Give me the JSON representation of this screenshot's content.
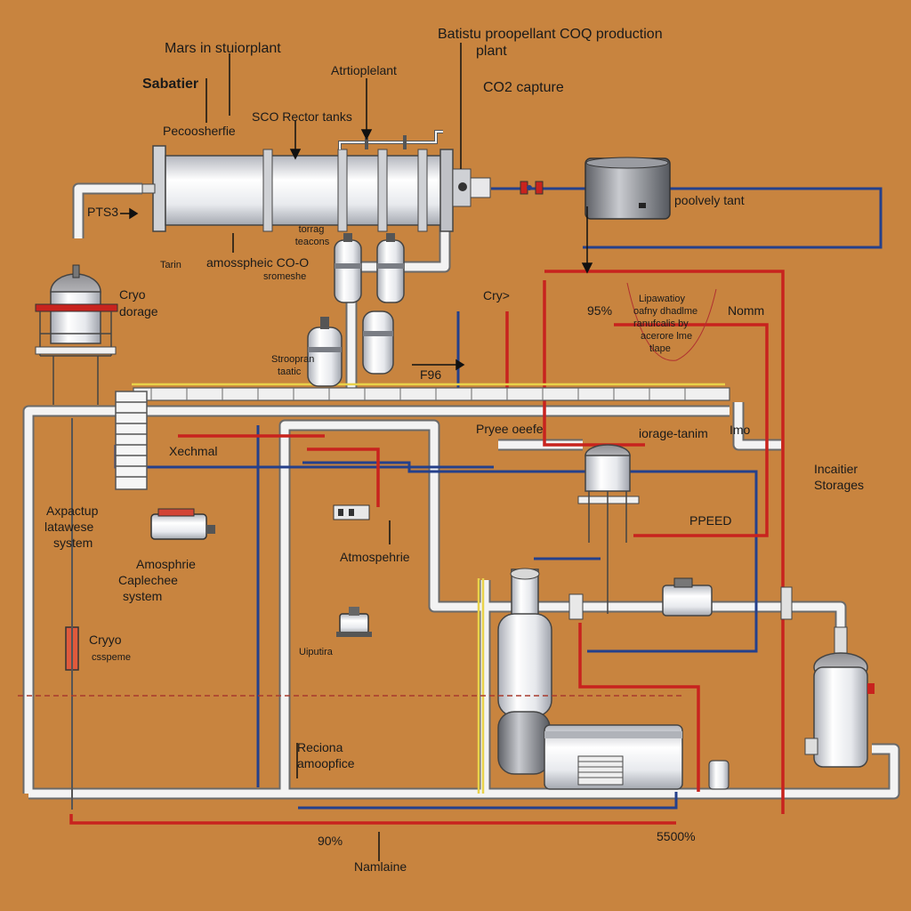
{
  "labels": {
    "mars_plant": "Mars in stuiorplant",
    "sabatier": "Sabatier",
    "top_title_1": "Batistu proopellant COQ production",
    "top_title_2": "plant",
    "atriopellant": "Atrtioplelant",
    "co2_capture": "CO2 capture",
    "pecoosherfie": "Pecoosherfie",
    "sco_rector_tanks": "SCO Rector tanks",
    "pts3": "PTS3",
    "poolvely_tant": "poolvely tant",
    "torrag_1": "torrag",
    "torrag_2": "teacons",
    "tarin": "Tarin",
    "amosspheic_1": "amosspheic CO-O",
    "amosspheic_2": "sromeshe",
    "cryo_storage_1": "Cryo",
    "cryo_storage_2": "dorage",
    "cry": "Cry>",
    "note_1": "Lipawatioy",
    "note_2": "oafny dhadlme",
    "note_3": "ranufcalis by",
    "note_4": "acerore lme",
    "note_5": "tlape",
    "pct_95": "95%",
    "nomm": "Nomm",
    "strooprantaabic_1": "Stroopran",
    "strooprantaabic_2": "taatic",
    "f96": "F96",
    "pryee_oeefe": "Pryee oeefe",
    "iorage_tanim": "iorage-tanim",
    "imo": "Imo",
    "xechmal": "Xechmal",
    "incaitier_1": "Incaitier",
    "incaitier_2": "Storages",
    "axpactup_1": "Axpactup",
    "axpactup_2": "latawese",
    "axpactup_3": "system",
    "ppeed": "PPEED",
    "amospheric_cap_1": "Amosphrie",
    "amospheric_cap_2": "Caplechee",
    "amospheric_cap_3": "system",
    "atmospehrie": "Atmospehrie",
    "uiputira": "Uiputira",
    "cryyo_1": "Cryyo",
    "cryyo_2": "csspeme",
    "reciona_1": "Reciona",
    "reciona_2": "amoopfice",
    "pct_90": "90%",
    "pct_5500": "5500%",
    "namlaine": "Namlaine"
  },
  "colors": {
    "background": "#c8843f",
    "pipe_white": "#f2f2f2",
    "pipe_outline": "#6a6a6a",
    "pipe_red": "#c8231e",
    "pipe_blue": "#24408c",
    "pipe_yellow": "#e8d24a",
    "tank_light": "#ffffff",
    "tank_shade": "#b9bcc4",
    "dark": "#222222"
  },
  "icons": [
    "sabatier-reactor-icon",
    "storage-tank-icon",
    "valve-icon",
    "pump-icon",
    "compressor-icon",
    "heat-exchanger-icon",
    "arrow-icon"
  ]
}
